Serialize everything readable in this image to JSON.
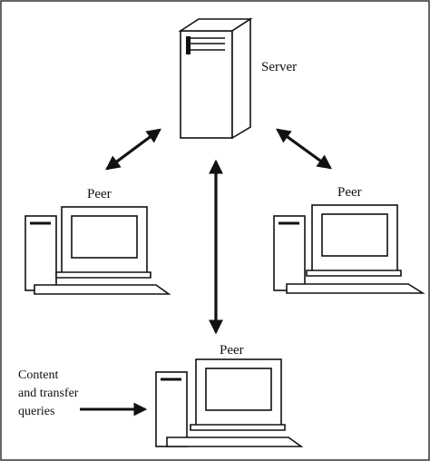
{
  "server": {
    "label": "Server",
    "icon": "server-tower-icon"
  },
  "peers": [
    {
      "label": "Peer",
      "icon": "desktop-computer-icon"
    },
    {
      "label": "Peer",
      "icon": "desktop-computer-icon"
    },
    {
      "label": "Peer",
      "icon": "desktop-computer-icon"
    }
  ],
  "query_label": {
    "line1": "Content",
    "line2": "and transfer",
    "line3": "queries"
  },
  "colors": {
    "ink": "#111111",
    "background": "#ffffff"
  }
}
